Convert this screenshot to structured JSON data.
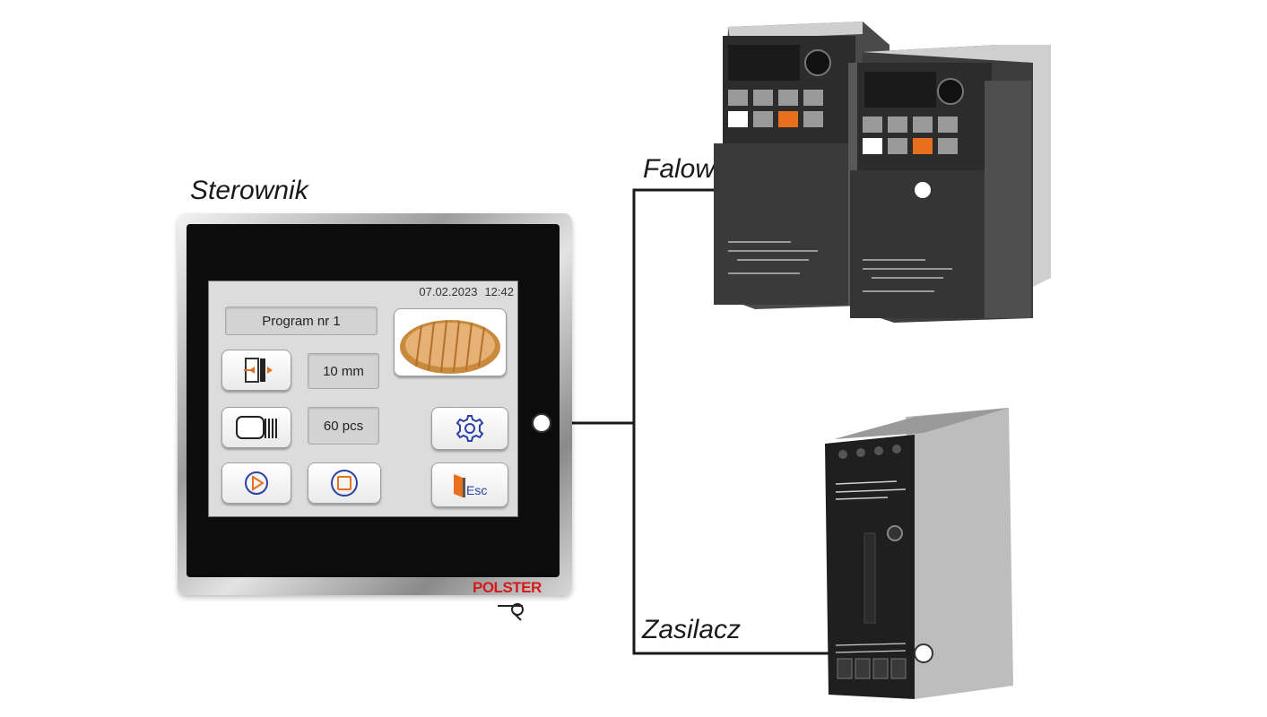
{
  "labels": {
    "controller": "Sterownik",
    "inverters": "Falowniki",
    "power_supply": "Zasilacz"
  },
  "screen": {
    "date": "07.02.2023",
    "time": "12:42",
    "program": "Program nr 1",
    "thickness": "10 mm",
    "count": "60 pcs"
  },
  "logo": {
    "text": "POLSTER"
  },
  "icons": [
    "slice-thickness-icon",
    "slice-count-icon",
    "play-icon",
    "stop-icon",
    "settings-gear-icon",
    "esc-exit-icon",
    "bread-image"
  ],
  "colors": {
    "accent_orange": "#e8701d",
    "icon_blue": "#2a3fa8",
    "logo_red": "#d61a1a"
  }
}
